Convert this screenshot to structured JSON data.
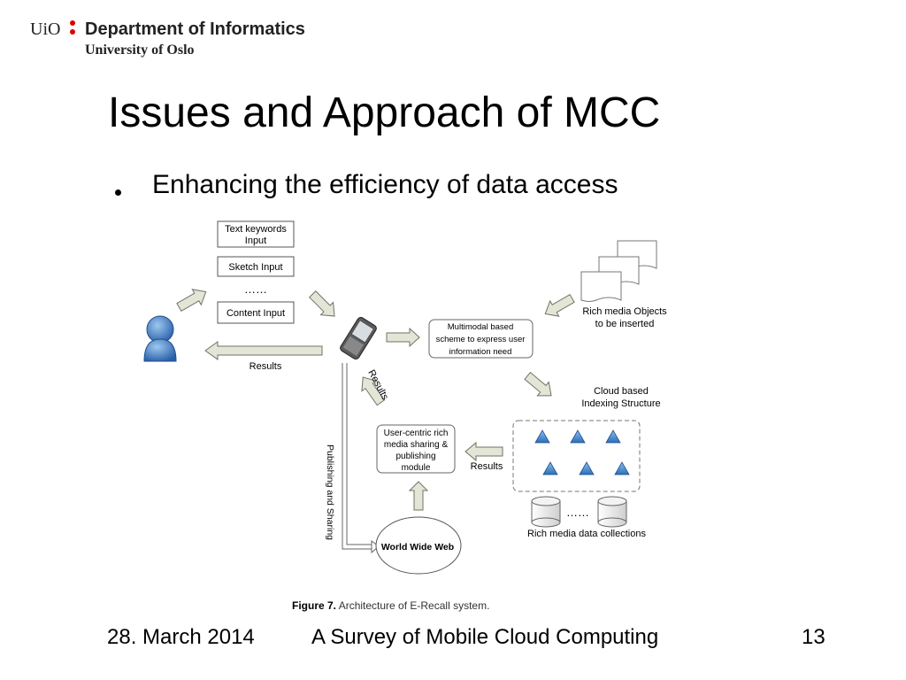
{
  "header": {
    "uio": "UiO",
    "department": "Department of Informatics",
    "university": "University of Oslo"
  },
  "slide": {
    "title": "Issues and Approach of MCC",
    "bullet": "Enhancing the efficiency of data access"
  },
  "diagram": {
    "text_keywords_1": "Text keywords",
    "text_keywords_2": "Input",
    "sketch_input": "Sketch Input",
    "ellipsis": "……",
    "content_input": "Content Input",
    "results_left": "Results",
    "multimodal_1": "Multimodal based",
    "multimodal_2": "scheme to express user",
    "multimodal_3": "information need",
    "rich_objects_1": "Rich media Objects",
    "rich_objects_2": "to be inserted",
    "cloud_1": "Cloud based",
    "cloud_2": "Indexing Structure",
    "results_diag": "Results",
    "ucr_1": "User-centric rich",
    "ucr_2": "media sharing &",
    "ucr_3": "publishing",
    "ucr_4": "module",
    "results_mid": "Results",
    "publishing_sharing": "Publishing and Sharing",
    "www": "World Wide Web",
    "db_ellipsis": "……",
    "rich_collections": "Rich media data collections",
    "caption_bold": "Figure 7.",
    "caption_text": " Architecture of E-Recall system."
  },
  "footer": {
    "date": "28. March 2014",
    "center": "A Survey of Mobile Cloud Computing",
    "page": "13"
  },
  "colors": {
    "logo_red": "#dd0000",
    "arrow_fill": "#e3e6d6",
    "person_blue": "#3a78c2",
    "triangle_blue": "#3d7fc6"
  }
}
